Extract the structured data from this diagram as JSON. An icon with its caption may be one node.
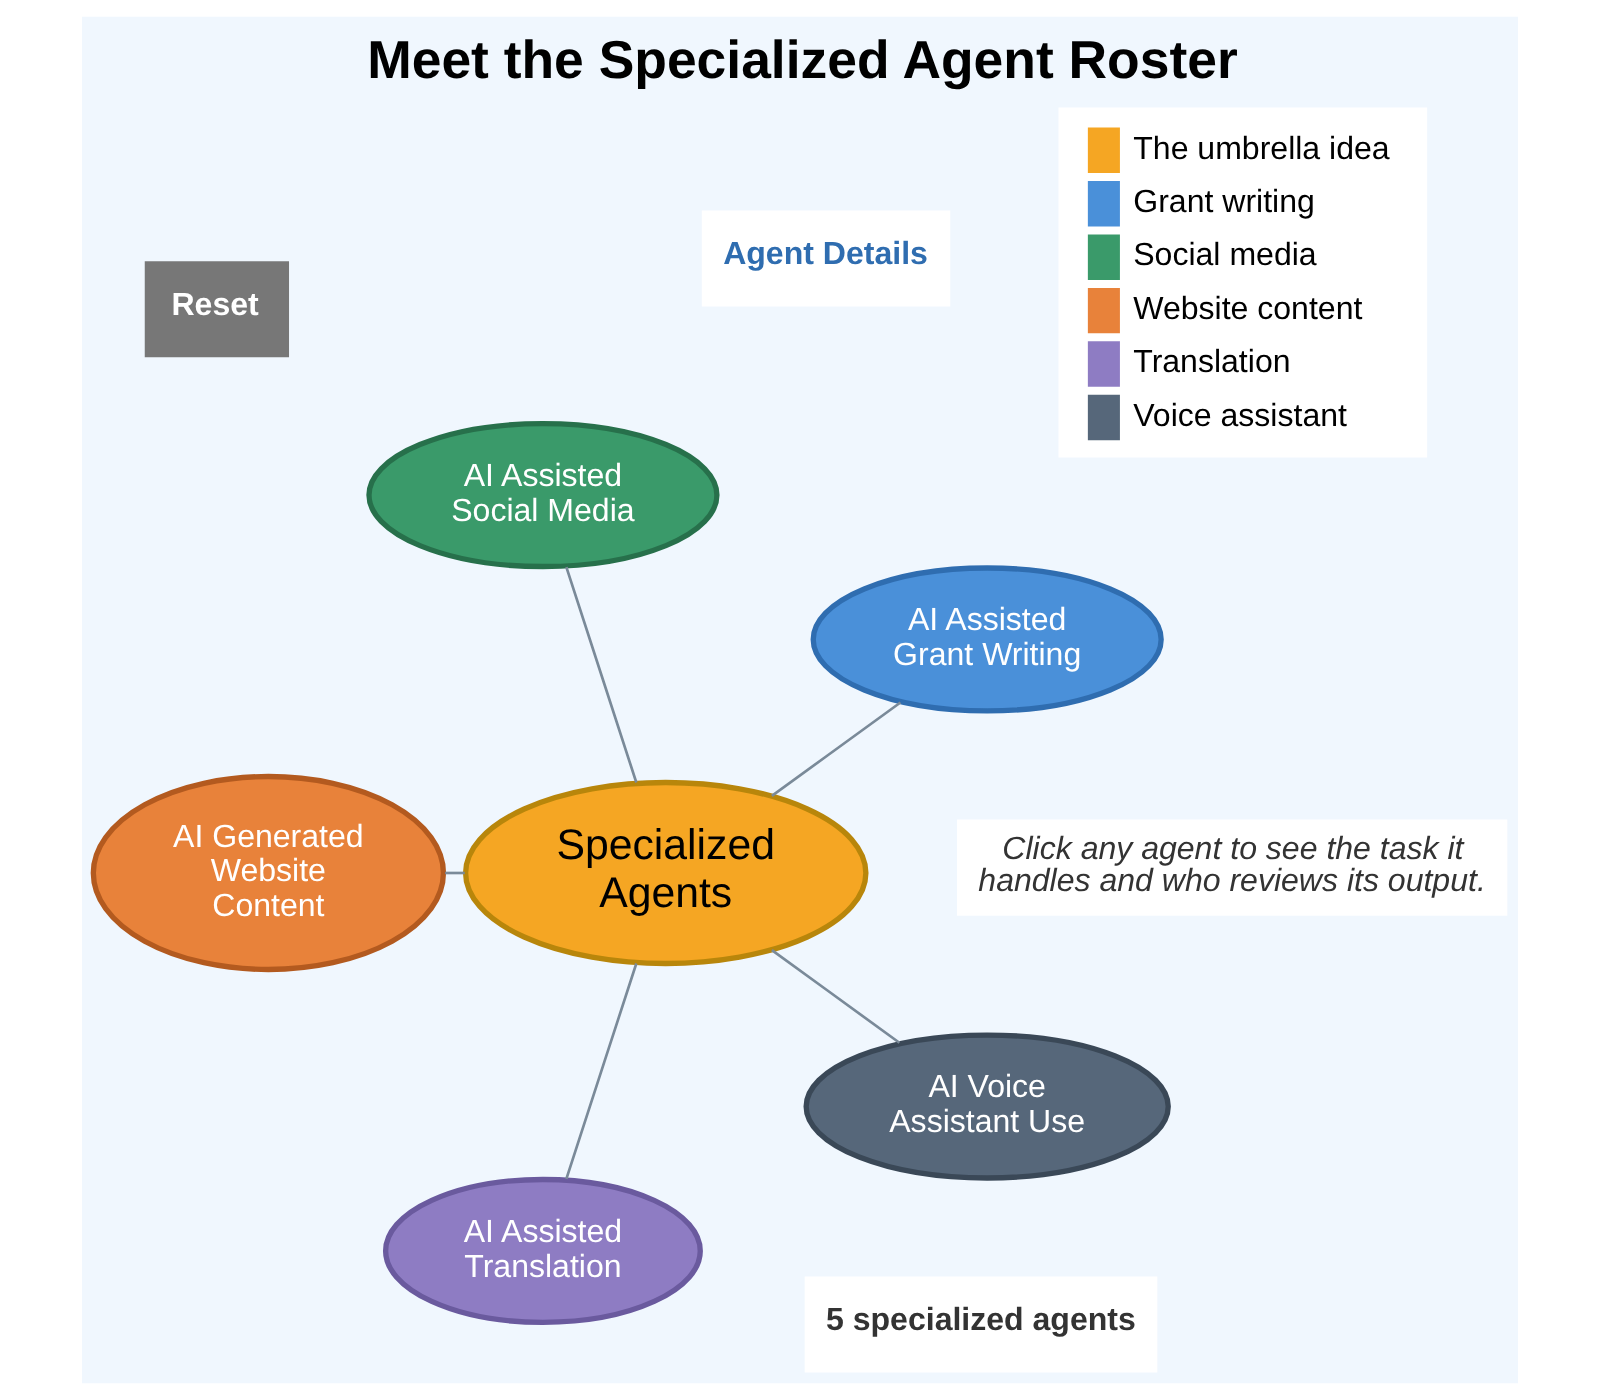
{
  "diagram": {
    "title": "Meet the Specialized Agent Roster",
    "nodes": [
      {
        "text": [
          "Specialized Agents"
        ]
      },
      {
        "text": [
          "AI Assisted Grant Writing"
        ]
      },
      {
        "text": [
          "AI Assisted Social Media"
        ]
      },
      {
        "text": [
          "AI Generated Website Content"
        ]
      },
      {
        "text": [
          "AI Assisted Translation"
        ]
      },
      {
        "text": [
          "AI Voice Assistant Use"
        ]
      }
    ],
    "edges": [
      {
        "from": 0,
        "to": 1,
        "arrow": "none"
      },
      {
        "from": 0,
        "to": 2,
        "arrow": "none"
      },
      {
        "from": 0,
        "to": 3,
        "arrow": "none"
      },
      {
        "from": 0,
        "to": 4,
        "arrow": "none"
      },
      {
        "from": 0,
        "to": 5,
        "arrow": "none"
      }
    ],
    "labels": [
      "5 specialized agents",
      "Reset",
      "Agent Details",
      "Click any agent to see the task it handles and who reviews its output."
    ],
    "legend": [
      {
        "text": "The umbrella idea",
        "color": "#f5a623"
      },
      {
        "text": "Grant writing",
        "color": "#4a90d9"
      },
      {
        "text": "Social media",
        "color": "#3a9a6a"
      },
      {
        "text": "Website content",
        "color": "#e8823a"
      },
      {
        "text": "Translation",
        "color": "#8e7cc3"
      },
      {
        "text": "Voice assistant",
        "color": "#56677a"
      }
    ]
  }
}
